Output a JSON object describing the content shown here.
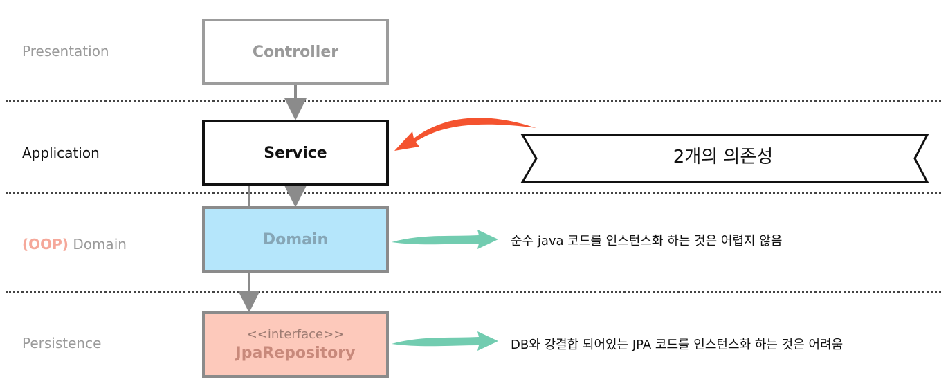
{
  "layers": {
    "presentation": "Presentation",
    "application": "Application",
    "domain_prefix": "(OOP)",
    "domain": "Domain",
    "persistence": "Persistence"
  },
  "boxes": {
    "controller": "Controller",
    "service": "Service",
    "domain": "Domain",
    "repository_stereotype": "<<interface>>",
    "repository": "JpaRepository"
  },
  "banner": {
    "text": "2개의 의존성"
  },
  "notes": {
    "domain": "순수 java 코드를 인스턴스화 하는 것은 어렵지 않음",
    "persistence": "DB와 강결합 되어있는 JPA 코드를 인스턴스화 하는 것은 어려움"
  },
  "colors": {
    "red_arrow": "#f4532f",
    "green_arrow": "#72ccb0",
    "domain_fill": "#b5e6fb",
    "repository_fill": "#fdc9bb"
  }
}
